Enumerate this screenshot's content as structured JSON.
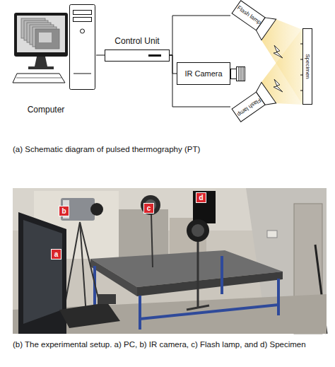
{
  "diagram": {
    "nodes": [
      {
        "text": [
          "Computer"
        ]
      },
      {
        "text": [
          "Control Unit"
        ]
      },
      {
        "text": [
          "IR Camera"
        ]
      },
      {
        "text": [
          "Flash lamp"
        ]
      },
      {
        "text": [
          "Flash lamp"
        ]
      },
      {
        "text": [
          "Specimen"
        ]
      }
    ],
    "edges": [
      {
        "from": 0,
        "to": 1,
        "arrow": "none"
      },
      {
        "from": 1,
        "to": 2,
        "arrow": "none"
      },
      {
        "from": 1,
        "to": 3,
        "arrow": "none"
      },
      {
        "from": 1,
        "to": 4,
        "arrow": "none"
      }
    ],
    "labels": [
      "(a) Schematic diagram of pulsed thermography (PT)",
      "a",
      "b",
      "c",
      "d",
      "(b) The experimental setup. a) PC, b) IR camera, c) Flash lamp, and d) Specimen"
    ]
  }
}
